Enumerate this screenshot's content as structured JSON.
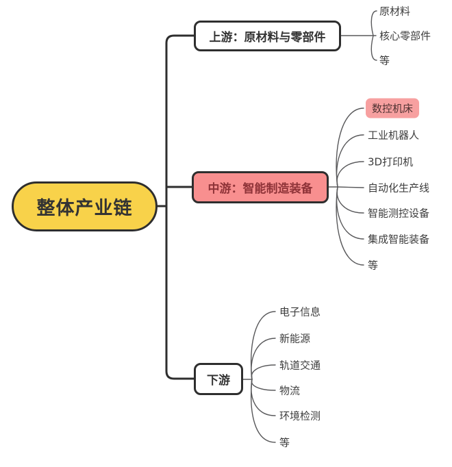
{
  "diagram": {
    "type": "mindmap",
    "root": {
      "label": "整体产业链"
    },
    "branches": [
      {
        "label": "上游：原材料与零部件",
        "children": [
          {
            "label": "原材料"
          },
          {
            "label": "核心零部件"
          },
          {
            "label": "等"
          }
        ]
      },
      {
        "label": "中游：智能制造装备",
        "children": [
          {
            "label": "数控机床",
            "highlighted": true
          },
          {
            "label": "工业机器人"
          },
          {
            "label": "3D打印机"
          },
          {
            "label": "自动化生产线"
          },
          {
            "label": "智能测控设备"
          },
          {
            "label": "集成智能装备"
          },
          {
            "label": "等"
          }
        ]
      },
      {
        "label": "下游",
        "children": [
          {
            "label": "电子信息"
          },
          {
            "label": "新能源"
          },
          {
            "label": "轨道交通"
          },
          {
            "label": "物流"
          },
          {
            "label": "环境检测"
          },
          {
            "label": "等"
          }
        ]
      }
    ],
    "colors": {
      "root_fill": "#f8d24a",
      "midstream_fill": "#f88f8f",
      "midstream_text": "#8e3338",
      "highlight_leaf_fill": "#f7a0a0",
      "node_border": "#2e2e2e",
      "thin_line": "#58585a",
      "text": "#3d3d3d",
      "background": "#ffffff"
    }
  }
}
